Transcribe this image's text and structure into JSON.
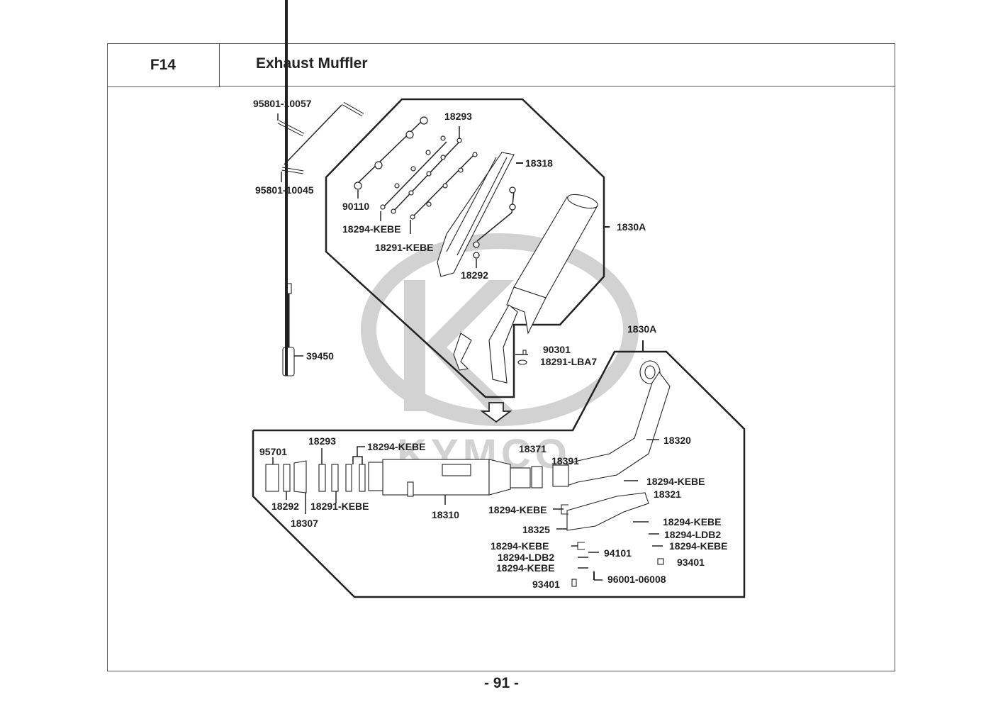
{
  "header": {
    "section_code": "F14",
    "title": "Exhaust Muffler"
  },
  "footer": {
    "page_number": "- 91 -"
  },
  "watermark": {
    "brand": "KYMCO",
    "logo_letter": "K"
  },
  "colors": {
    "line": "#222222",
    "watermark": "#d2d2d2",
    "frame": "#555555"
  },
  "parts": {
    "bolt_upper": "95801-10057",
    "bolt_lower": "95801-10045",
    "upper_washer": "18293",
    "upper_bolt_90110": "90110",
    "upper_ring_kebe": "18294-KEBE",
    "upper_washer_kebe": "18291-KEBE",
    "heat_shield": "18318",
    "upper_18292": "18292",
    "muffler_assy_upper": "1830A",
    "o2_sensor": "39450",
    "nut_90301": "90301",
    "gasket_lba7": "18291-LBA7",
    "muffler_assy_lower": "1830A",
    "exhaust_pipe": "18320",
    "lower_95701": "95701",
    "lower_18293": "18293",
    "lower_kebe_top": "18294-KEBE",
    "lower_18292": "18292",
    "lower_18307": "18307",
    "lower_18291_kebe": "18291-KEBE",
    "muffler_body": "18310",
    "clamp_18371": "18371",
    "gasket_18391": "18391",
    "right_kebe_1": "18294-KEBE",
    "pipe_shield": "18321",
    "mid_kebe": "18294-KEBE",
    "shield_18325": "18325",
    "right_kebe_2": "18294-KEBE",
    "right_ldb2": "18294-LDB2",
    "right_kebe_3": "18294-KEBE",
    "left_kebe_a": "18294-KEBE",
    "left_ldb2": "18294-LDB2",
    "left_kebe_b": "18294-KEBE",
    "bolt_94101": "94101",
    "bolt_93401_right": "93401",
    "bolt_93401_left": "93401",
    "bolt_96001": "96001-06008"
  }
}
